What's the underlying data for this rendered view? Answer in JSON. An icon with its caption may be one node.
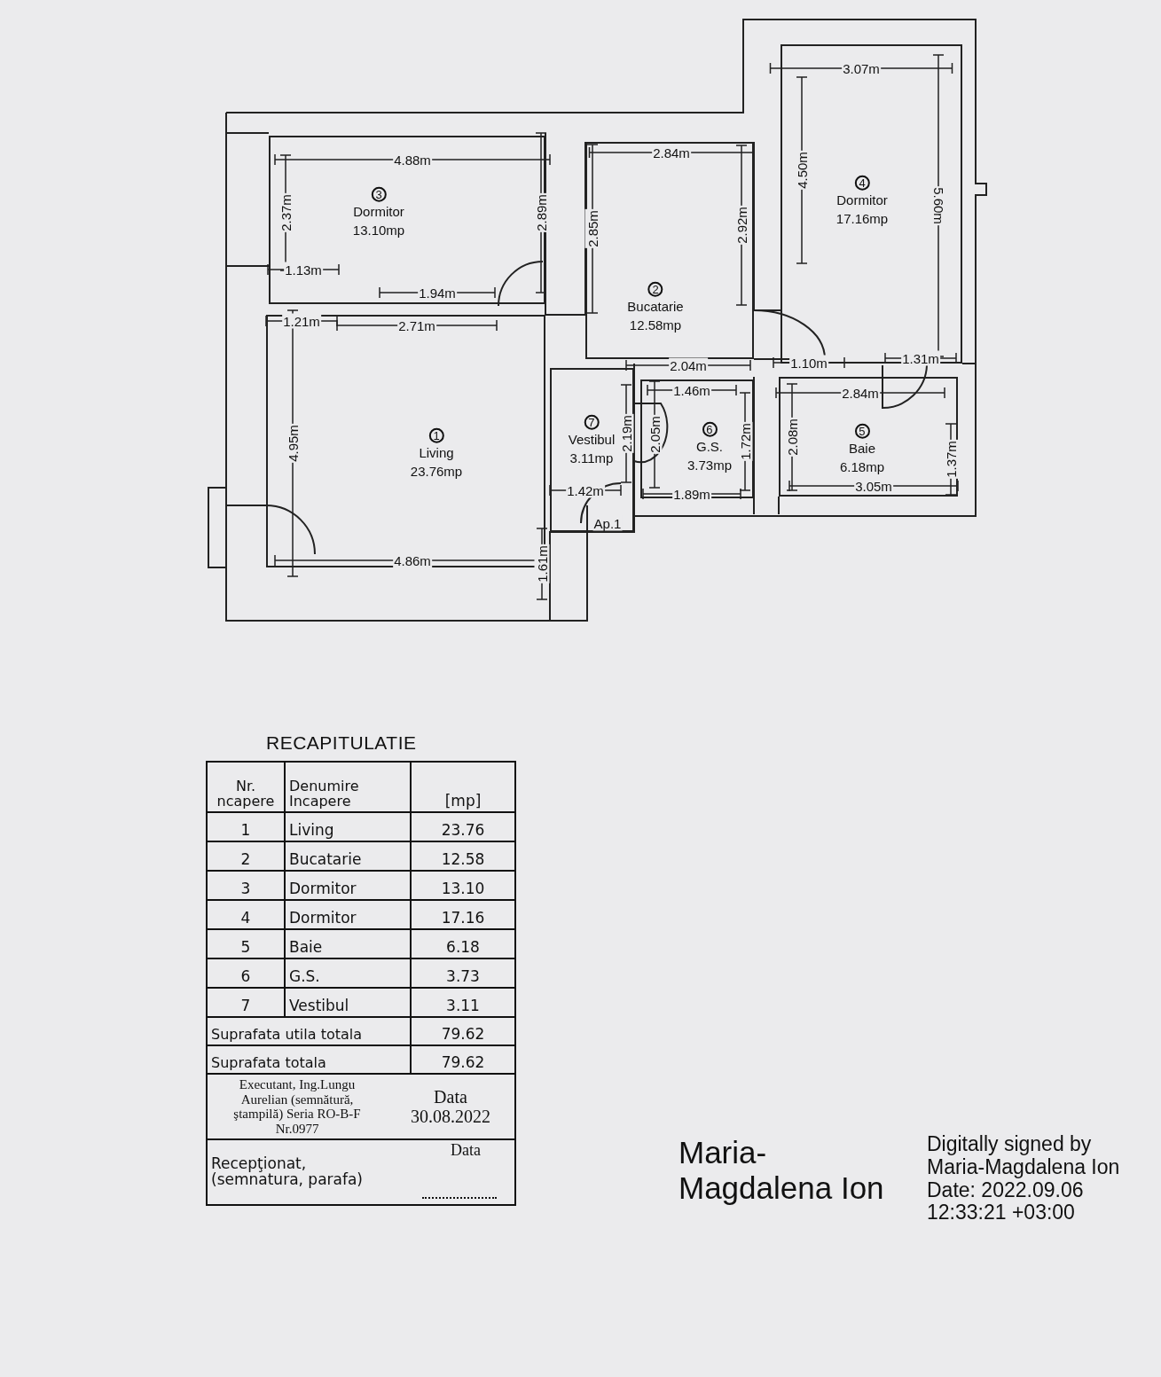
{
  "diagram": {
    "nodes": [
      {
        "text": [
          "1",
          "Living",
          "23.76mp"
        ]
      },
      {
        "text": [
          "2",
          "Bucatarie",
          "12.58mp"
        ]
      },
      {
        "text": [
          "3",
          "Dormitor",
          "13.10mp"
        ]
      },
      {
        "text": [
          "4",
          "Dormitor",
          "17.16mp"
        ]
      },
      {
        "text": [
          "5",
          "Baie",
          "6.18mp"
        ]
      },
      {
        "text": [
          "6",
          "G.S.",
          "3.73mp"
        ]
      },
      {
        "text": [
          "7",
          "Vestibul",
          "3.11mp"
        ]
      }
    ],
    "labels": [
      "3.07m",
      "4.88m",
      "2.84m",
      "4.50m",
      "2.37m",
      "2.89m",
      "2.85m",
      "2.92m",
      "5.60m",
      "1.13m",
      "1.94m",
      "1.21m",
      "2.71m",
      "2.04m",
      "1.10m",
      "1.31m",
      "1.46m",
      "2.84m",
      "4.95m",
      "2.19m",
      "2.05m",
      "1.72m",
      "2.08m",
      "1.37m",
      "1.42m",
      "1.89m",
      "3.05m",
      "Ap.1",
      "4.86m",
      "1.61m",
      "RECAPITULATIE",
      "Nr. ncapere",
      "Denumire Incapere",
      "[mp]",
      "1",
      "Living",
      "23.76",
      "2",
      "Bucatarie",
      "12.58",
      "3",
      "Dormitor",
      "13.10",
      "4",
      "Dormitor",
      "17.16",
      "5",
      "Baie",
      "6.18",
      "6",
      "G.S.",
      "3.73",
      "7",
      "Vestibul",
      "3.11",
      "Suprafata utila totala",
      "79.62",
      "Suprafata totala",
      "79.62",
      "Executant, Ing.Lungu Aurelian (semnătură, ştampilă) Seria RO-B-F Nr.0977",
      "Data 30.08.2022",
      "Recepţionat, (semnatura, parafa)",
      "Data",
      "Maria-Magdalena Ion",
      "Digitally signed by Maria-Magdalena Ion Date: 2022.09.06 12:33:21 +03:00"
    ]
  }
}
